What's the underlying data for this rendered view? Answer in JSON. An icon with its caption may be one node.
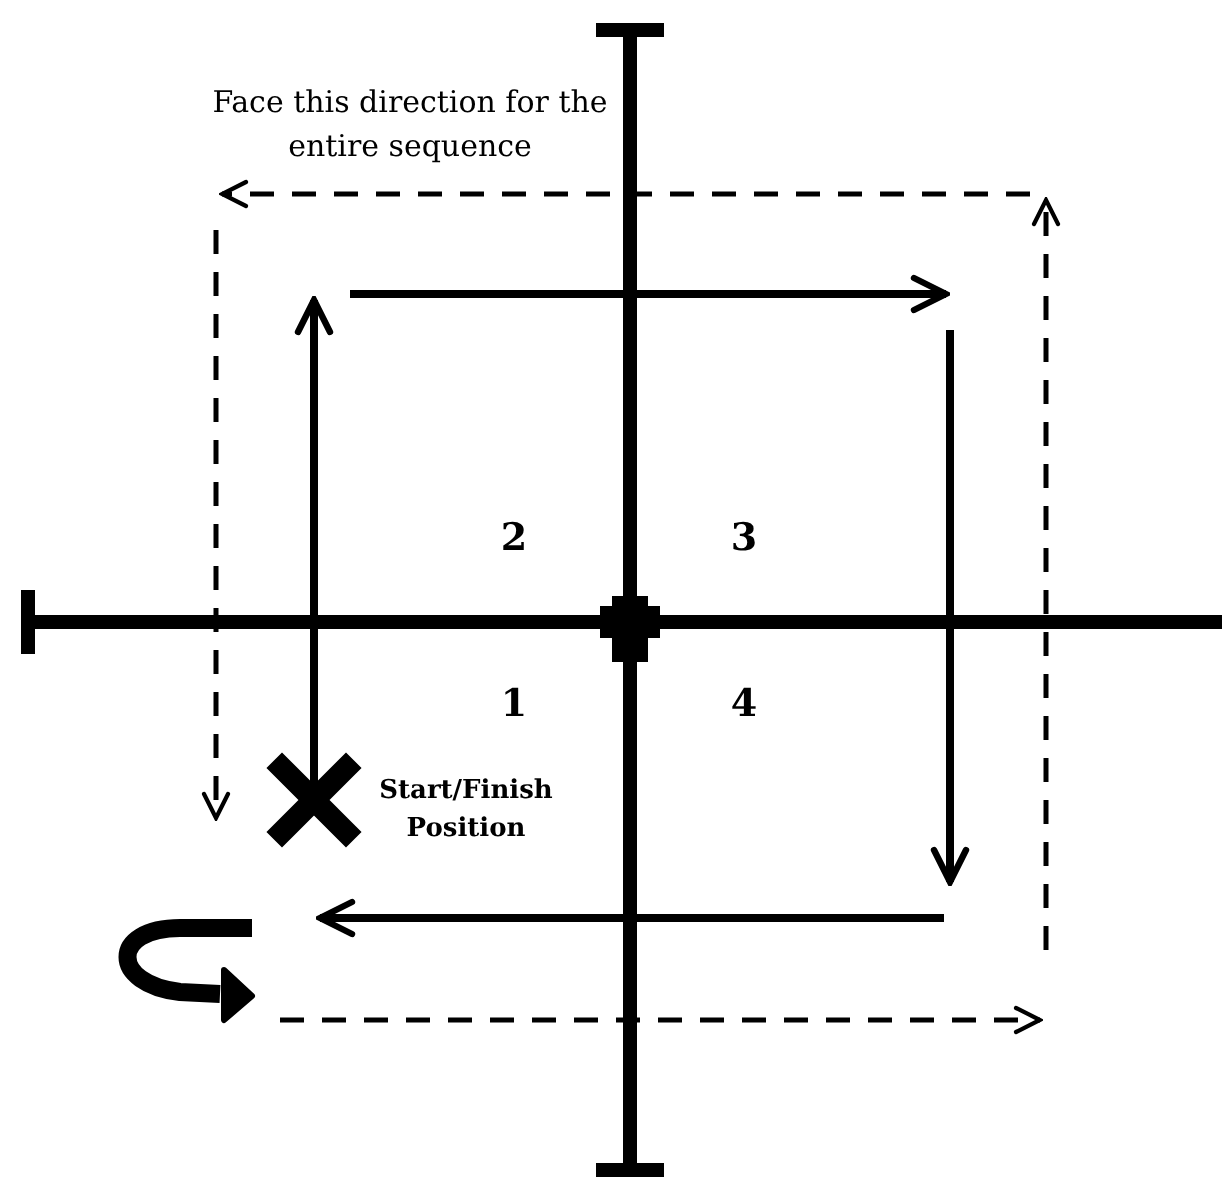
{
  "diagram": {
    "labels": [
      "Face this direction for the entire sequence",
      "2",
      "3",
      "1",
      "4",
      "Start/Finish Position"
    ]
  }
}
